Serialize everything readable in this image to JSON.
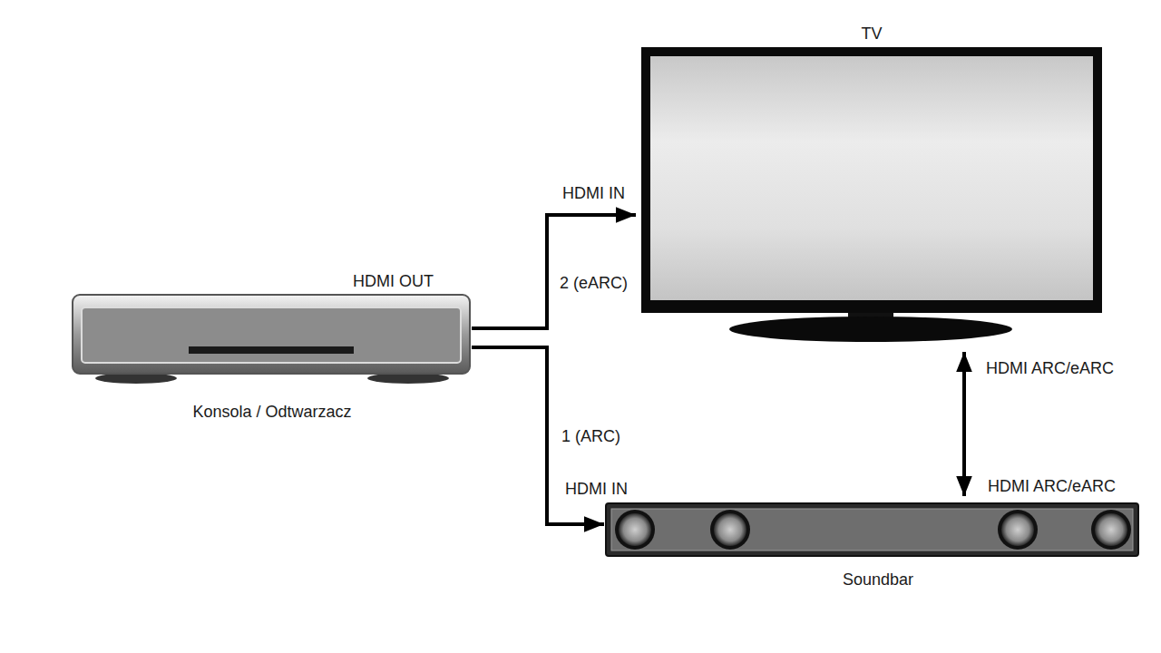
{
  "diagram": {
    "nodes": [
      {
        "text": [
          "Konsola / Odtwarzacz"
        ]
      },
      {
        "text": [
          "TV"
        ]
      },
      {
        "text": [
          "Soundbar"
        ]
      }
    ],
    "edges": [
      {
        "from": 0,
        "to": 1,
        "arrow": "to",
        "label": "2 (eARC)"
      },
      {
        "from": 0,
        "to": 2,
        "arrow": "to",
        "label": "1 (ARC)"
      },
      {
        "from": 1,
        "to": 2,
        "arrow": "both"
      }
    ],
    "labels": [
      "HDMI OUT",
      "HDMI IN",
      "HDMI IN",
      "HDMI ARC/eARC",
      "HDMI ARC/eARC"
    ]
  }
}
